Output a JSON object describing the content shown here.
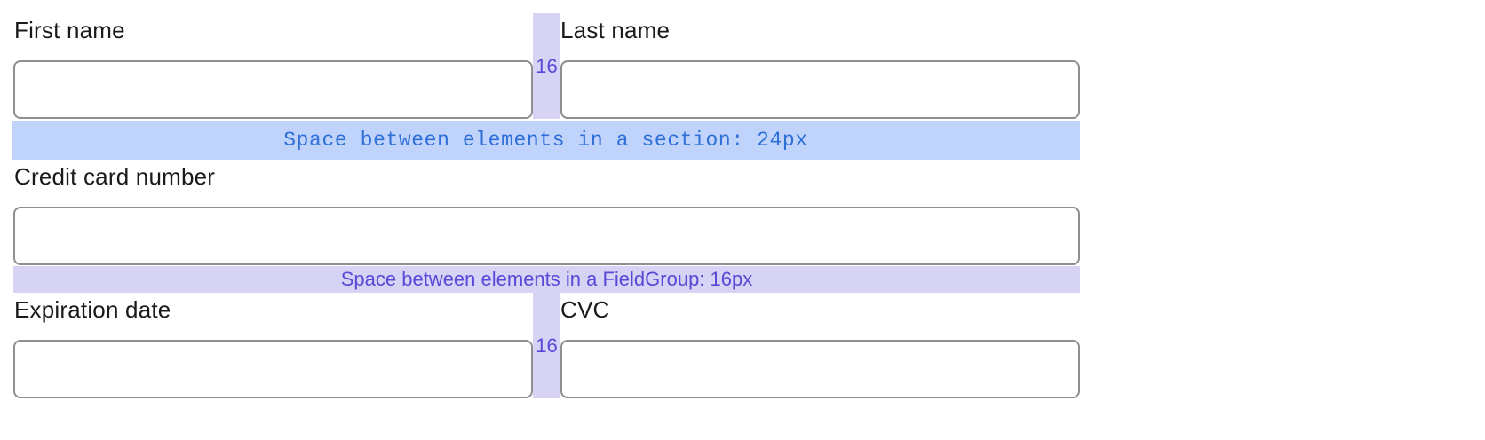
{
  "colors": {
    "field_border": "#8e8e93",
    "label_text": "#1a1a1a",
    "fieldgroup_spacing_fill": "#d6d3f4",
    "fieldgroup_spacing_text": "#5a48d6",
    "section_spacing_fill": "#c0d4fb",
    "section_spacing_text": "#2f6fd8"
  },
  "form": {
    "first_name": {
      "label": "First name",
      "value": ""
    },
    "last_name": {
      "label": "Last name",
      "value": ""
    },
    "credit_card": {
      "label": "Credit card number",
      "value": ""
    },
    "expiration": {
      "label": "Expiration date",
      "value": ""
    },
    "cvc": {
      "label": "CVC",
      "value": ""
    }
  },
  "annotations": {
    "gap_top": "16",
    "gap_bottom": "16",
    "section_spacing": "Space between elements in a section: 24px",
    "fieldgroup_spacing": "Space between elements in a FieldGroup: 16px"
  }
}
